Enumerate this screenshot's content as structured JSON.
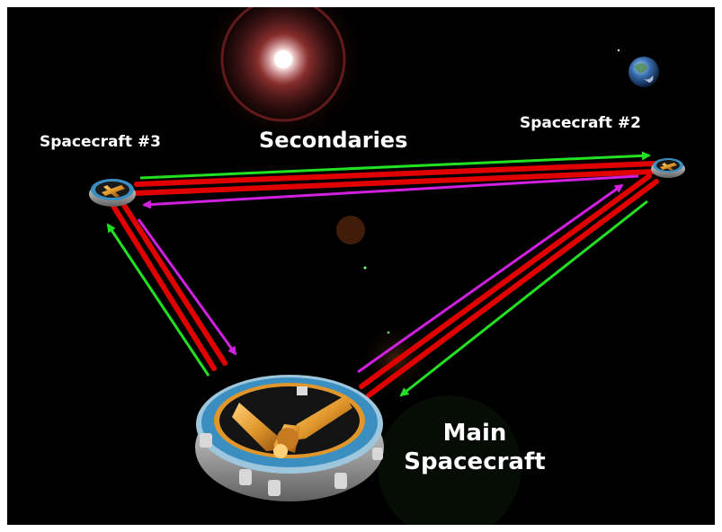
{
  "labels": {
    "spacecraft3": "Spacecraft #3",
    "spacecraft2": "Spacecraft #2",
    "secondaries": "Secondaries",
    "main_line1": "Main",
    "main_line2": "Spacecraft"
  },
  "colors": {
    "background": "#000000",
    "frame": "#ffffff",
    "laser_red": "#e00000",
    "beam_green": "#22e022",
    "beam_magenta": "#d020e0",
    "ring_blue": "#3a8fc0",
    "gold": "#e0962a",
    "silver": "#c8c8c8",
    "text": "#ffffff"
  },
  "icons": {
    "sun": "sun-glare-icon",
    "earth": "earth-icon",
    "main_craft": "main-spacecraft-icon",
    "secondary_craft": "secondary-spacecraft-icon"
  }
}
